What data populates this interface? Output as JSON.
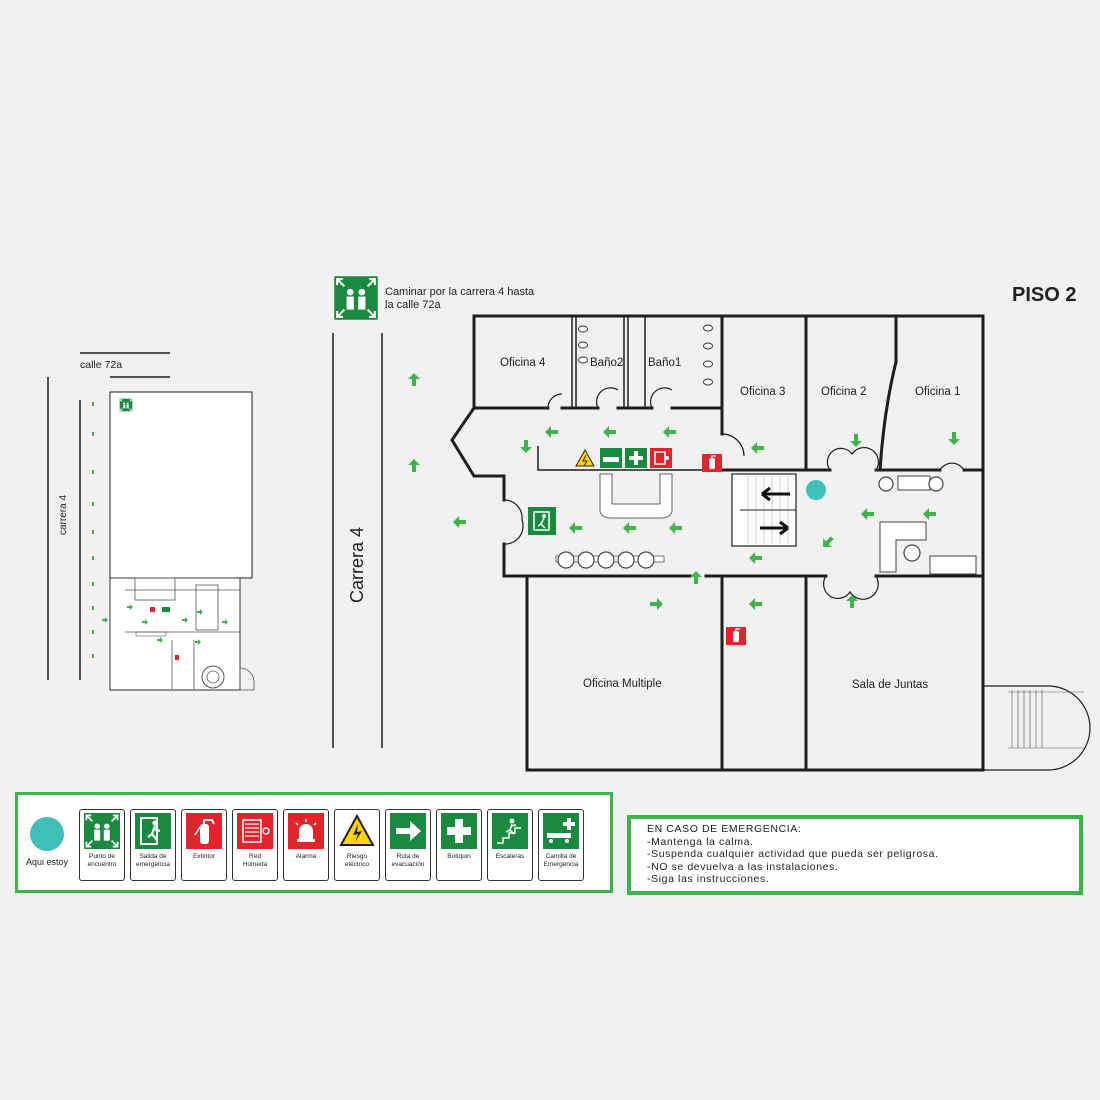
{
  "floor": {
    "title": "PISO 2"
  },
  "assembly_note": {
    "line1": "Caminar por la carrera 4 hasta",
    "line2": "la calle 72a"
  },
  "streets": {
    "calle": "calle 72a",
    "carrera_small": "carrera 4",
    "carrera_big": "Carrera 4"
  },
  "rooms": {
    "oficina4": "Oficina 4",
    "bano2": "Baño2",
    "bano1": "Baño1",
    "oficina3": "Oficina 3",
    "oficina2": "Oficina 2",
    "oficina1": "Oficina 1",
    "oficina_multiple": "Oficina Multiple",
    "sala_juntas": "Sala de Juntas"
  },
  "legend": {
    "here": "Aqui estoy",
    "signs": [
      {
        "line1": "Punto de",
        "line2": "encuentro",
        "icon": "assembly-point-icon"
      },
      {
        "line1": "Salida de",
        "line2": "emergencia",
        "icon": "emergency-exit-icon"
      },
      {
        "line1": "Extintor",
        "line2": "",
        "icon": "fire-extinguisher-icon"
      },
      {
        "line1": "Red",
        "line2": "Húmeda",
        "icon": "fire-hose-icon"
      },
      {
        "line1": "Alarma",
        "line2": "",
        "icon": "alarm-icon"
      },
      {
        "line1": "Riesgo",
        "line2": "eléctrico",
        "icon": "electric-hazard-icon"
      },
      {
        "line1": "Ruta de",
        "line2": "evacuación",
        "icon": "evacuation-route-icon"
      },
      {
        "line1": "Botiquin",
        "line2": "",
        "icon": "first-aid-icon"
      },
      {
        "line1": "Escaleras",
        "line2": "",
        "icon": "stairs-icon"
      },
      {
        "line1": "Camilla de",
        "line2": "Emergencia",
        "icon": "stretcher-icon"
      }
    ]
  },
  "emergency": {
    "title": "EN CASO DE EMERGENCIA:",
    "items": [
      "-Mantenga la calma.",
      "-Suspenda cualquier actividad que pueda ser peligrosa.",
      "-NO se devuelva a las instalaciones.",
      "-Siga las instrucciones."
    ]
  },
  "colors": {
    "safety_green": "#1a8a3e",
    "route_green": "#3cb54a",
    "fire_red": "#e3242b",
    "hazard_yellow": "#ffd400",
    "you_are_here": "#3fbfb9"
  }
}
